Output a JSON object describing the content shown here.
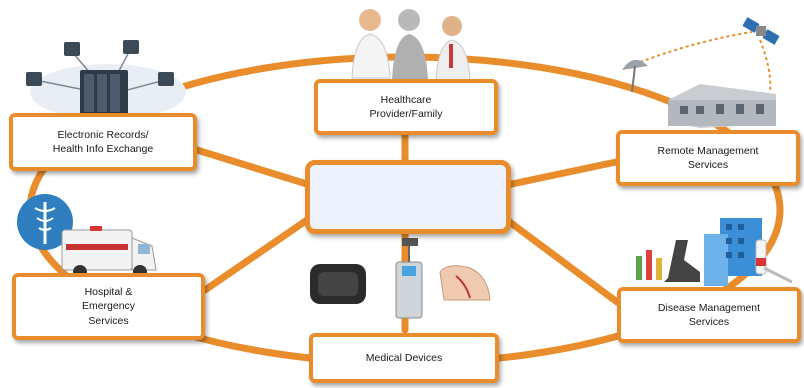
{
  "colors": {
    "accent": "#e98d2c",
    "node_fill": "#ffffff",
    "text": "#1a1a1a"
  },
  "nodes": {
    "healthcare": "Healthcare\nProvider/Family",
    "records": "Electronic Records/\nHealth Info Exchange",
    "remote": "Remote Management\nServices",
    "hospital": "Hospital &\nEmergency\nServices",
    "disease": "Disease Management\nServices",
    "devices": "Medical Devices"
  },
  "icons": [
    "server-network-icon",
    "doctors-group-icon",
    "satellite-icon",
    "building-icon",
    "ambulance-icon",
    "caduceus-icon",
    "medical-device-icon",
    "lab-equipment-icon",
    "patient-monitoring-icon"
  ]
}
